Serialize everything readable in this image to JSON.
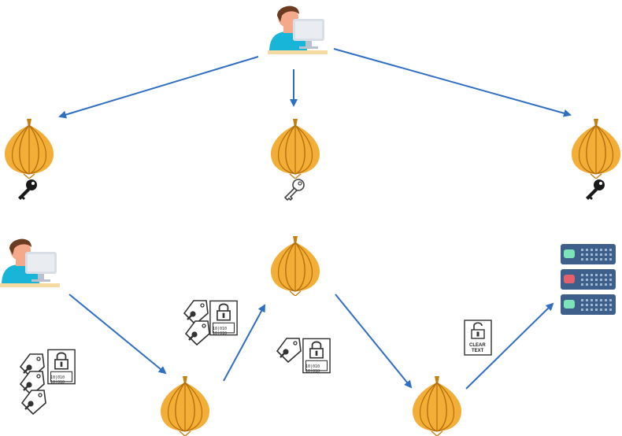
{
  "colors": {
    "arrow": "#2f6fc2",
    "onion_body": "#f2ae36",
    "onion_dark": "#c77f12",
    "onion_line": "#b56f0c",
    "skin": "#f4a98b",
    "hair": "#6b3b1f",
    "shirt": "#19b5d8",
    "monitor": "#d8dee6",
    "desk": "#f7d9a2",
    "server_body": "#3d5f8a",
    "server_accent_green": "#7de3b8",
    "server_accent_red": "#e4606d"
  },
  "icons": {
    "client_top": "user-at-computer-icon",
    "client_bottom": "user-at-computer-icon",
    "relay_onion": "onion-icon",
    "key": "key-icon",
    "server": "server-icon",
    "encrypted_packet": "encrypted-packet-icon",
    "clear_text_packet": "clear-text-packet-icon"
  },
  "labels": {
    "clear_text_line1": "CLEAR",
    "clear_text_line2": "TEXT",
    "bits_line1": "10|010",
    "bits_line2": "10|010"
  }
}
